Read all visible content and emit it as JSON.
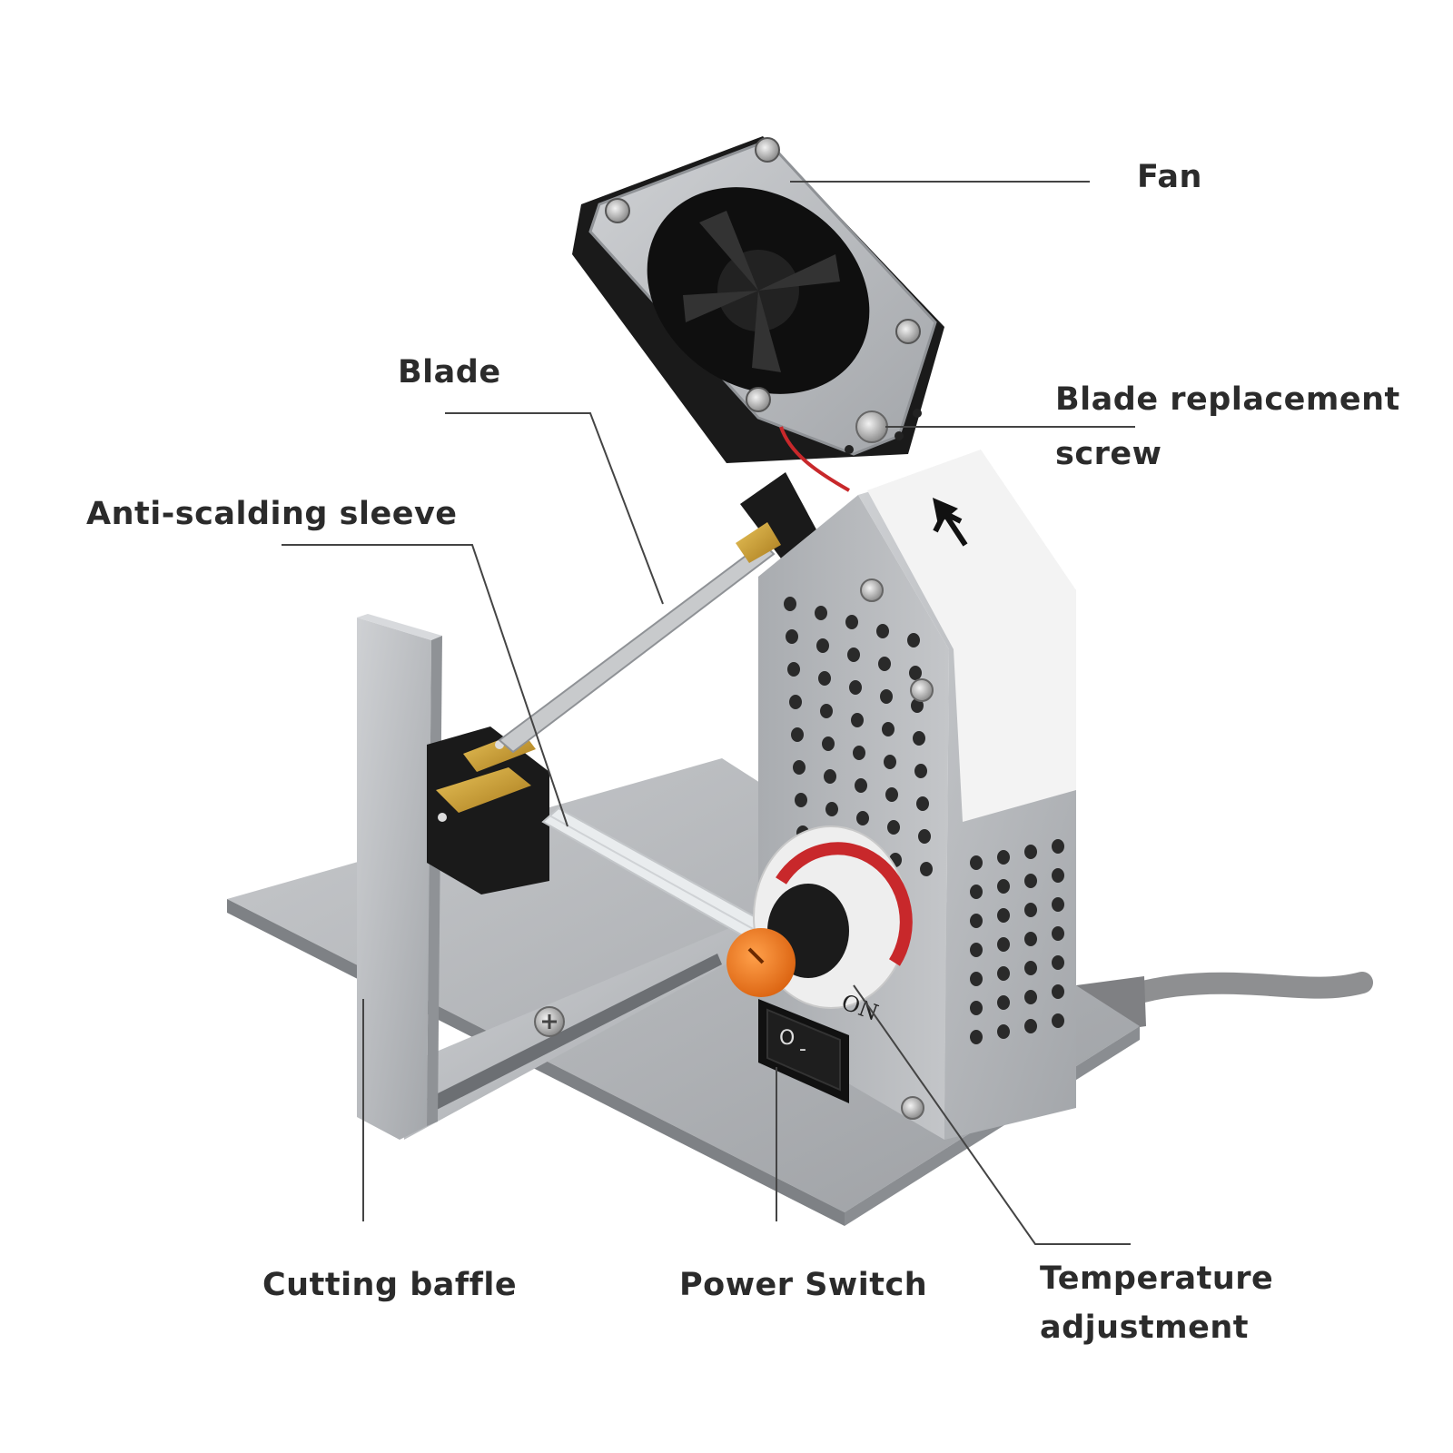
{
  "labels": {
    "fan": "Fan",
    "blade": "Blade",
    "blade_replacement_screw_line1": "Blade replacement",
    "blade_replacement_screw_line2": "screw",
    "anti_scalding_sleeve": "Anti-scalding sleeve",
    "cutting_baffle": "Cutting baffle",
    "power_switch": "Power Switch",
    "temperature_adjustment_line1": "Temperature",
    "temperature_adjustment_line2": "adjustment"
  },
  "switch_marks": {
    "on": "ON",
    "off_symbol": "O",
    "on_symbol": "-"
  },
  "colors": {
    "metal": "#b3b5b8",
    "metal_dark": "#8f9296",
    "plastic": "#1a1a1a",
    "brass": "#c99a2e",
    "knob_orange": "#f07b1e",
    "dial_red": "#c8282b",
    "cable": "#8e8f91",
    "label_text": "#2b2b2b",
    "leader_line": "#444444"
  }
}
